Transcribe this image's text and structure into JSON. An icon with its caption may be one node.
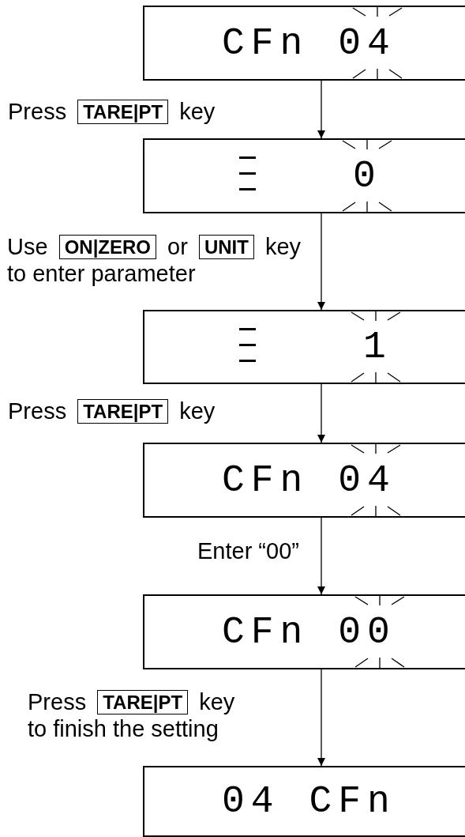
{
  "diagram": {
    "nodes": [
      {
        "text": [
          "CFn 04"
        ]
      },
      {
        "text": [
          "0"
        ]
      },
      {
        "text": [
          "1"
        ]
      },
      {
        "text": [
          "CFn 04"
        ]
      },
      {
        "text": [
          "CFn 00"
        ]
      },
      {
        "text": [
          "04 CFn"
        ]
      }
    ],
    "edges": [
      {
        "from": 0,
        "to": 1,
        "arrow": "to",
        "label": "Press **TARE|PT** key"
      },
      {
        "from": 1,
        "to": 2,
        "arrow": "to",
        "label": "Use **ON|ZERO** or **UNIT** key to enter parameter"
      },
      {
        "from": 2,
        "to": 3,
        "arrow": "to",
        "label": "Press **TARE|PT** key"
      },
      {
        "from": 3,
        "to": 4,
        "arrow": "to",
        "label": "Enter “00”"
      },
      {
        "from": 4,
        "to": 5,
        "arrow": "to",
        "label": "Press **TARE|PT** key to finish the setting"
      }
    ]
  }
}
